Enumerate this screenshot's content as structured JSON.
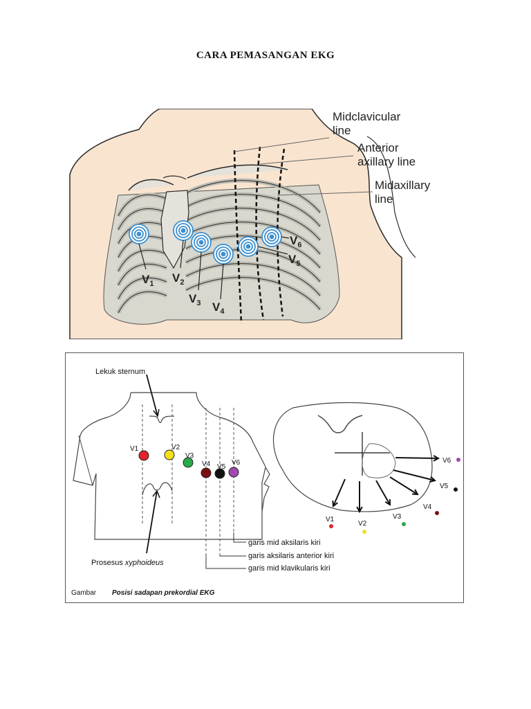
{
  "title": "CARA PEMASANGAN EKG",
  "figure1": {
    "labels": {
      "midclavicular": [
        "Midclavicular",
        "line"
      ],
      "anterior_axillary": [
        "Anterior",
        "axillary line"
      ],
      "midaxillary": [
        "Midaxillary",
        "line"
      ]
    },
    "leads": [
      {
        "base": "V",
        "sub": "1"
      },
      {
        "base": "V",
        "sub": "2"
      },
      {
        "base": "V",
        "sub": "3"
      },
      {
        "base": "V",
        "sub": "4"
      },
      {
        "base": "V",
        "sub": "5"
      },
      {
        "base": "V",
        "sub": "6"
      }
    ],
    "colors": {
      "body": "#f9e4cf",
      "rib": "#cfd0c8",
      "outline": "#2a2a2a",
      "electrode": "#3a8fd0"
    }
  },
  "figure2": {
    "top_label": "Lekuk sternum",
    "bottom_label_prefix": "Prosesus ",
    "bottom_label_italic": "xyphoideus",
    "lead_labels": [
      "V1",
      "V2",
      "V3",
      "V4",
      "V5",
      "V6"
    ],
    "lead_colors": [
      "#e0242a",
      "#f2e01c",
      "#2aa84a",
      "#7a1016",
      "#111111",
      "#a04ab0"
    ],
    "line_labels": [
      "garis mid aksilaris kiri",
      "garis aksilaris anterior kiri",
      "garis mid klavikularis kiri"
    ],
    "caption_prefix": "Gambar",
    "caption": "Posisi sadapan prekordial EKG"
  }
}
